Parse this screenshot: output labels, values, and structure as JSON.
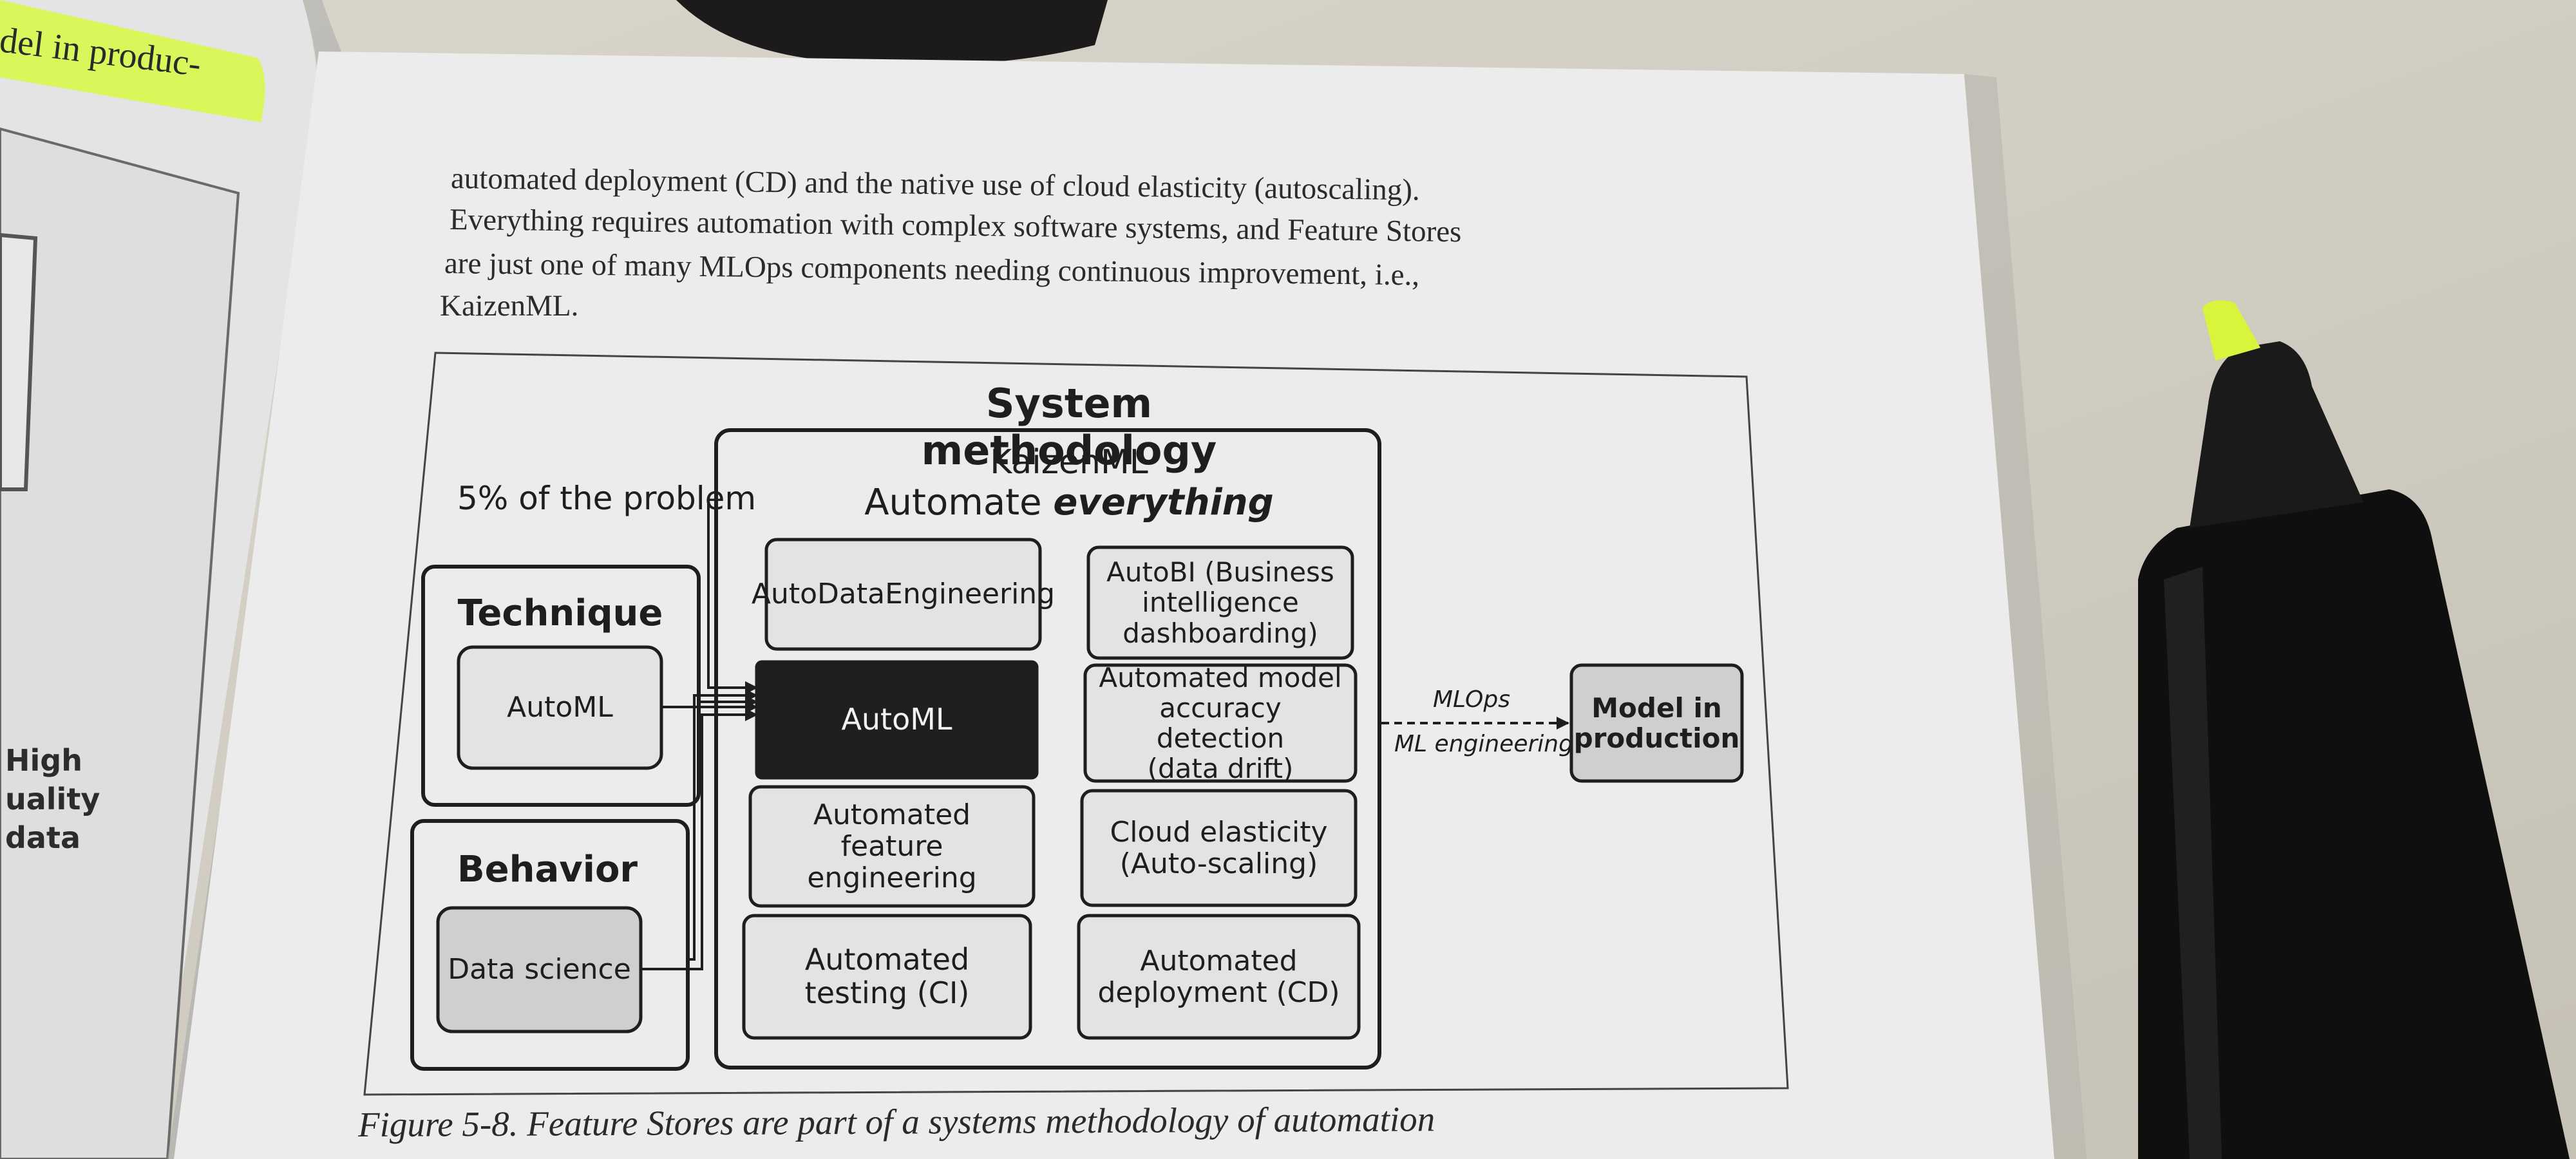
{
  "left_page": {
    "highlighted_text": "del in produc-",
    "margin_note": [
      "High",
      "uality",
      "data"
    ]
  },
  "body_text": [
    "automated deployment (CD) and the native use of cloud elasticity (autoscaling).",
    "Everything requires automation with complex software systems, and Feature Stores",
    "are just one of many MLOps components needing continuous improvement, i.e.,",
    "KaizenML."
  ],
  "figure": {
    "title": "System methodology",
    "kaizen_title": "KaizenML",
    "kaizen_subtitle_prefix": "Automate ",
    "kaizen_subtitle_emphasis": "everything",
    "problem_label": "5% of the problem",
    "technique": {
      "title": "Technique",
      "item": "AutoML"
    },
    "behavior": {
      "title": "Behavior",
      "item": "Data science"
    },
    "components_left": [
      "AutoDataEngineering",
      "AutoML",
      "Automated\nfeature\nengineering",
      "Automated\ntesting (CI)"
    ],
    "components_right": [
      "AutoBI (Business\nintelligence\ndashboarding)",
      "Automated model\naccuracy detection\n(data drift)",
      "Cloud elasticity\n(Auto-scaling)",
      "Automated\ndeployment (CD)"
    ],
    "arrow_label_top": "MLOps",
    "arrow_label_bottom": "ML engineering",
    "output": "Model in\nproduction",
    "caption": "Figure 5-8. Feature Stores are part of a systems methodology of automation"
  },
  "colors": {
    "page": "#ebebeb",
    "box_fill": "#e2e2e2",
    "box_dark": "#1f1f1f",
    "highlighter_cap": "#d8f53c",
    "highlighter_body": "#141414"
  }
}
